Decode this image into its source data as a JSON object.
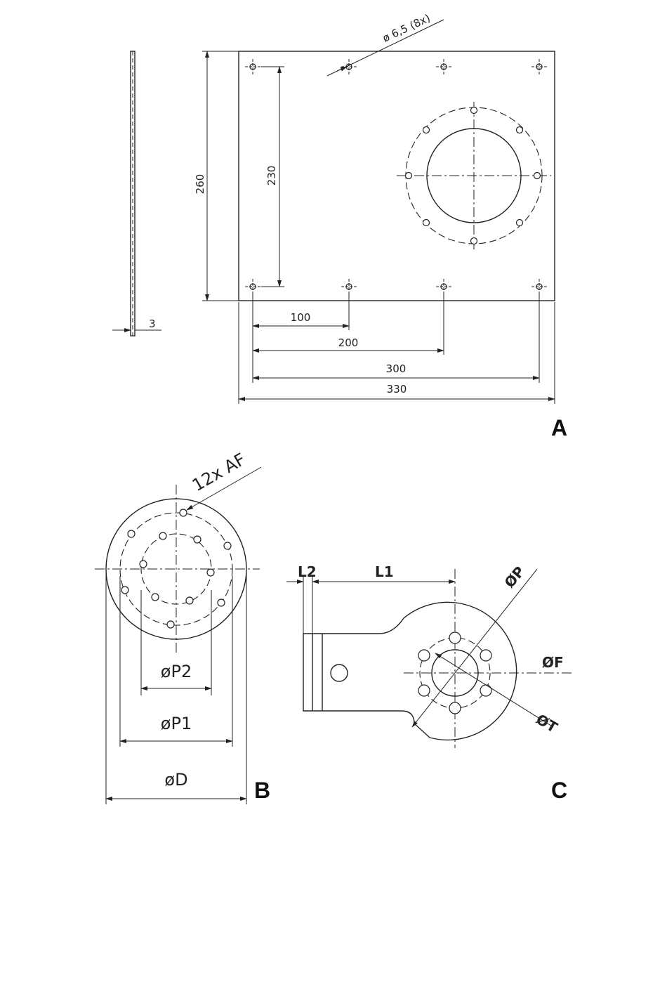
{
  "view_a": {
    "panel_label": "A",
    "hole_callout": "ø 6,5 (8x)",
    "thickness": "3",
    "height_outer": "260",
    "height_holes": "230",
    "dim_100": "100",
    "dim_200": "200",
    "dim_300": "300",
    "dim_330": "330"
  },
  "view_b": {
    "panel_label": "B",
    "hole_callout": "12x AF",
    "dim_p2": "øP2",
    "dim_p1": "øP1",
    "dim_d": "øD"
  },
  "view_c": {
    "panel_label": "C",
    "dim_l2": "L2",
    "dim_l1": "L1",
    "dim_p": "ØP",
    "dim_f": "ØF",
    "dim_t": "ØT"
  }
}
